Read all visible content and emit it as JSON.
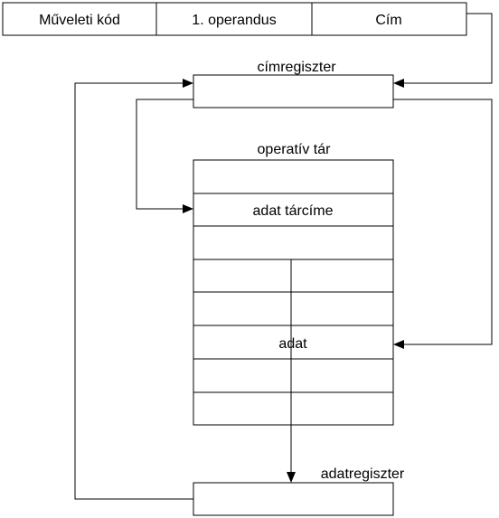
{
  "instruction": {
    "fields": [
      "Műveleti kód",
      "1. operandus",
      "Cím"
    ]
  },
  "registers": {
    "address_register": "címregiszter",
    "data_register": "adatregiszter"
  },
  "memory": {
    "title": "operatív tár",
    "cells": [
      "",
      "adat tárcíme",
      "",
      "",
      "",
      "adat",
      "",
      ""
    ]
  }
}
